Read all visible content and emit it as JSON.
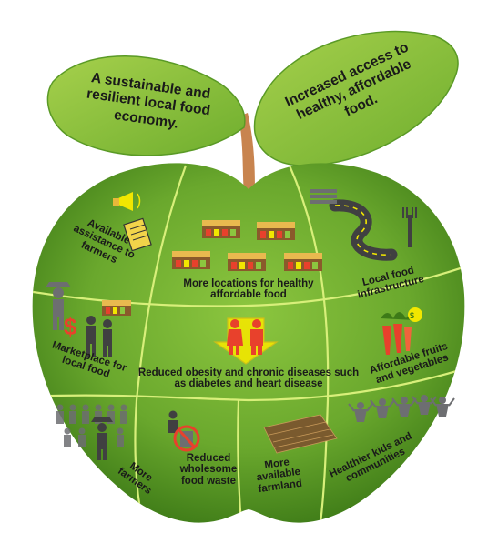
{
  "leaves": {
    "left": "A sustainable and resilient local food economy.",
    "right": "Increased access to healthy, affordable food."
  },
  "center": {
    "top": "More locations for healthy affordable food",
    "middle": "Reduced obesity and chronic diseases such as diabetes and heart disease"
  },
  "cells": {
    "assistance": "Available assistance to farmers",
    "infrastructure": "Local food infrastructure",
    "marketplace": "Marketplace for local food",
    "fruits": "Affordable fruits and vegetables",
    "farmers": "More farmers",
    "waste": "Reduced wholesome food waste",
    "farmland": "More available farmland",
    "kids": "Healthier kids and communities"
  },
  "colors": {
    "apple_light": "#8cc63f",
    "apple_dark": "#3d7a17",
    "leaf": "#8dc63f",
    "stem": "#c8844f",
    "divider": "#d8ef7a",
    "icon_gray": "#6d6e71",
    "arrow": "#f2e700",
    "accent_red": "#e8412c",
    "awning": "#e9b94f"
  }
}
